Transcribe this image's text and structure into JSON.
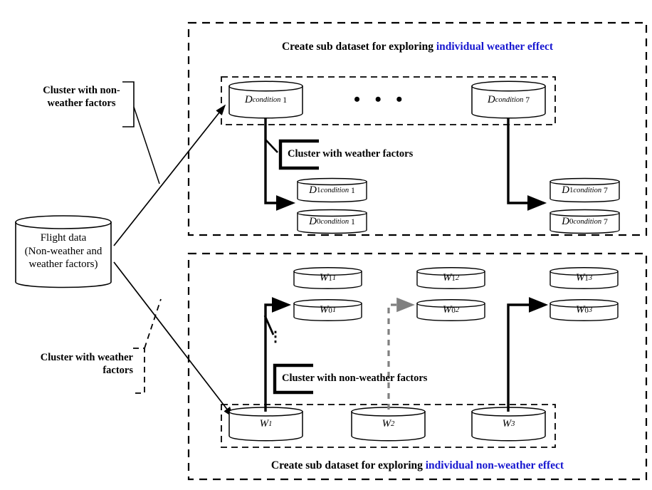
{
  "diagram": {
    "source": {
      "name": "flight-data-cylinder",
      "lines": [
        "Flight data",
        "(Non-weather and",
        "weather factors)"
      ]
    },
    "left_labels": [
      {
        "name": "cluster-non-weather",
        "lines": [
          "Cluster with non-",
          "weather factors"
        ],
        "style": "solid-bracket"
      },
      {
        "name": "cluster-weather",
        "lines": [
          "Cluster with weather",
          "factors"
        ],
        "style": "dashed-bracket"
      }
    ],
    "top_panel": {
      "title_black": "Create sub dataset for exploring ",
      "title_blue": "individual weather effect",
      "inner_cylinders": [
        {
          "base": "D",
          "sub": "condition",
          "idx": "1"
        },
        {
          "base": "D",
          "sub": "condition",
          "idx": "7"
        }
      ],
      "ellipsis": "• • •",
      "split_label": "Cluster with weather factors",
      "split_cylinders_left": [
        {
          "base": "D",
          "sup": "1",
          "sub": "condition",
          "idx": "1"
        },
        {
          "base": "D",
          "sup": "0",
          "sub": "condition",
          "idx": "1"
        }
      ],
      "split_cylinders_right": [
        {
          "base": "D",
          "sup": "1",
          "sub": "condition",
          "idx": "7"
        },
        {
          "base": "D",
          "sup": "0",
          "sub": "condition",
          "idx": "7"
        }
      ]
    },
    "bottom_panel": {
      "title_black": "Create sub dataset for exploring ",
      "title_blue": "individual non-weather effect",
      "split_label": "Cluster with non-weather factors",
      "base_cylinders": [
        {
          "base": "W",
          "sub": "1"
        },
        {
          "base": "W",
          "sub": "2"
        },
        {
          "base": "W",
          "sub": "3"
        }
      ],
      "split_cylinders": [
        [
          {
            "base": "W",
            "sup": "1",
            "sub": "1"
          },
          {
            "base": "W",
            "sup": "0",
            "sub": "1"
          }
        ],
        [
          {
            "base": "W",
            "sup": "1",
            "sub": "2"
          },
          {
            "base": "W",
            "sup": "0",
            "sub": "2"
          }
        ],
        [
          {
            "base": "W",
            "sup": "1",
            "sub": "3"
          },
          {
            "base": "W",
            "sup": "0",
            "sub": "3"
          }
        ]
      ],
      "vertical_ellipsis": "⋮"
    },
    "colors": {
      "accent_blue": "#1717d0",
      "line_black": "#000000",
      "muted_gray": "#808080"
    }
  }
}
